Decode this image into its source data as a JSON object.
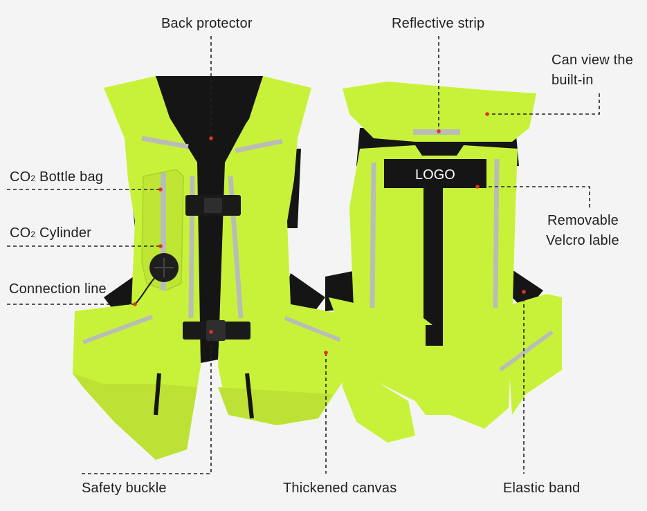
{
  "labels": {
    "back_protector": "Back protector",
    "reflective_strip": "Reflective strip",
    "can_view_line1": "Can view the",
    "can_view_line2": "built-in",
    "co2_bottle_bag_prefix": "CO",
    "co2_bottle_bag_sub": "2",
    "co2_bottle_bag_suffix": " Bottle bag",
    "co2_cylinder_prefix": "CO",
    "co2_cylinder_sub": "2",
    "co2_cylinder_suffix": " Cylinder",
    "connection_line": "Connection line",
    "removable_line1": "Removable",
    "removable_line2": "Velcro lable",
    "safety_buckle": "Safety buckle",
    "thickened_canvas": "Thickened canvas",
    "elastic_band": "Elastic band",
    "logo_patch": "LOGO"
  },
  "colors": {
    "background": "#f4f4f4",
    "vest": "#c8f23a",
    "vest_shadow": "#a9d22a",
    "black": "#151515",
    "reflective": "#b9bdb6",
    "marker": "#e0341f",
    "leader": "#222222"
  }
}
